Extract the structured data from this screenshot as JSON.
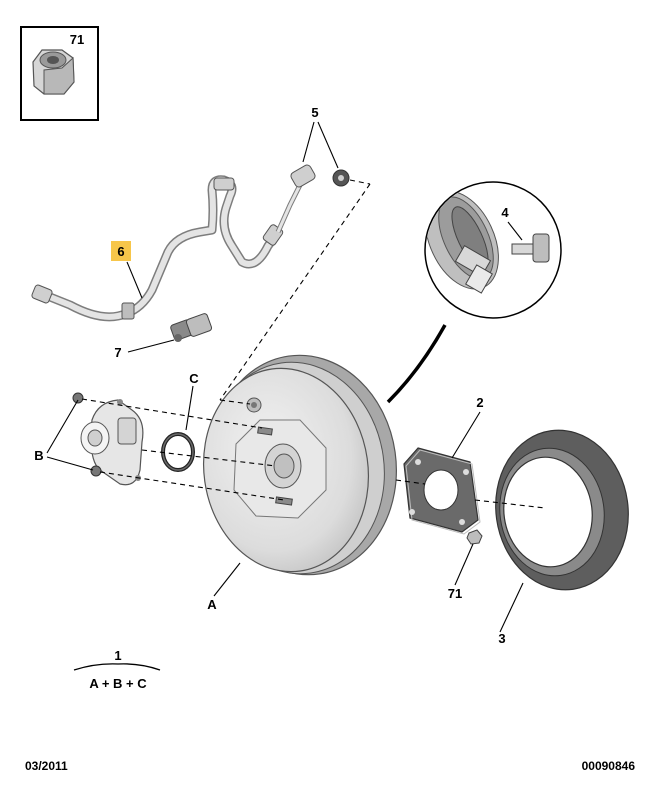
{
  "labels": {
    "inset_nut": "71",
    "hose_bracket": "5",
    "vacuum_hose": "6",
    "connector": "7",
    "check_valve": "4",
    "o_ring": "C",
    "bolts": "B",
    "gasket": "2",
    "nut": "71",
    "seal": "3",
    "booster": "A",
    "assembly_number": "1",
    "assembly_formula": "A + B + C"
  },
  "footer": {
    "date": "03/2011",
    "code": "00090846"
  },
  "colors": {
    "highlight": "#f7c64a",
    "part_fill": "#e6e6e6",
    "part_shade": "#c8c8c8",
    "seal_fill": "#9a9a9a"
  }
}
